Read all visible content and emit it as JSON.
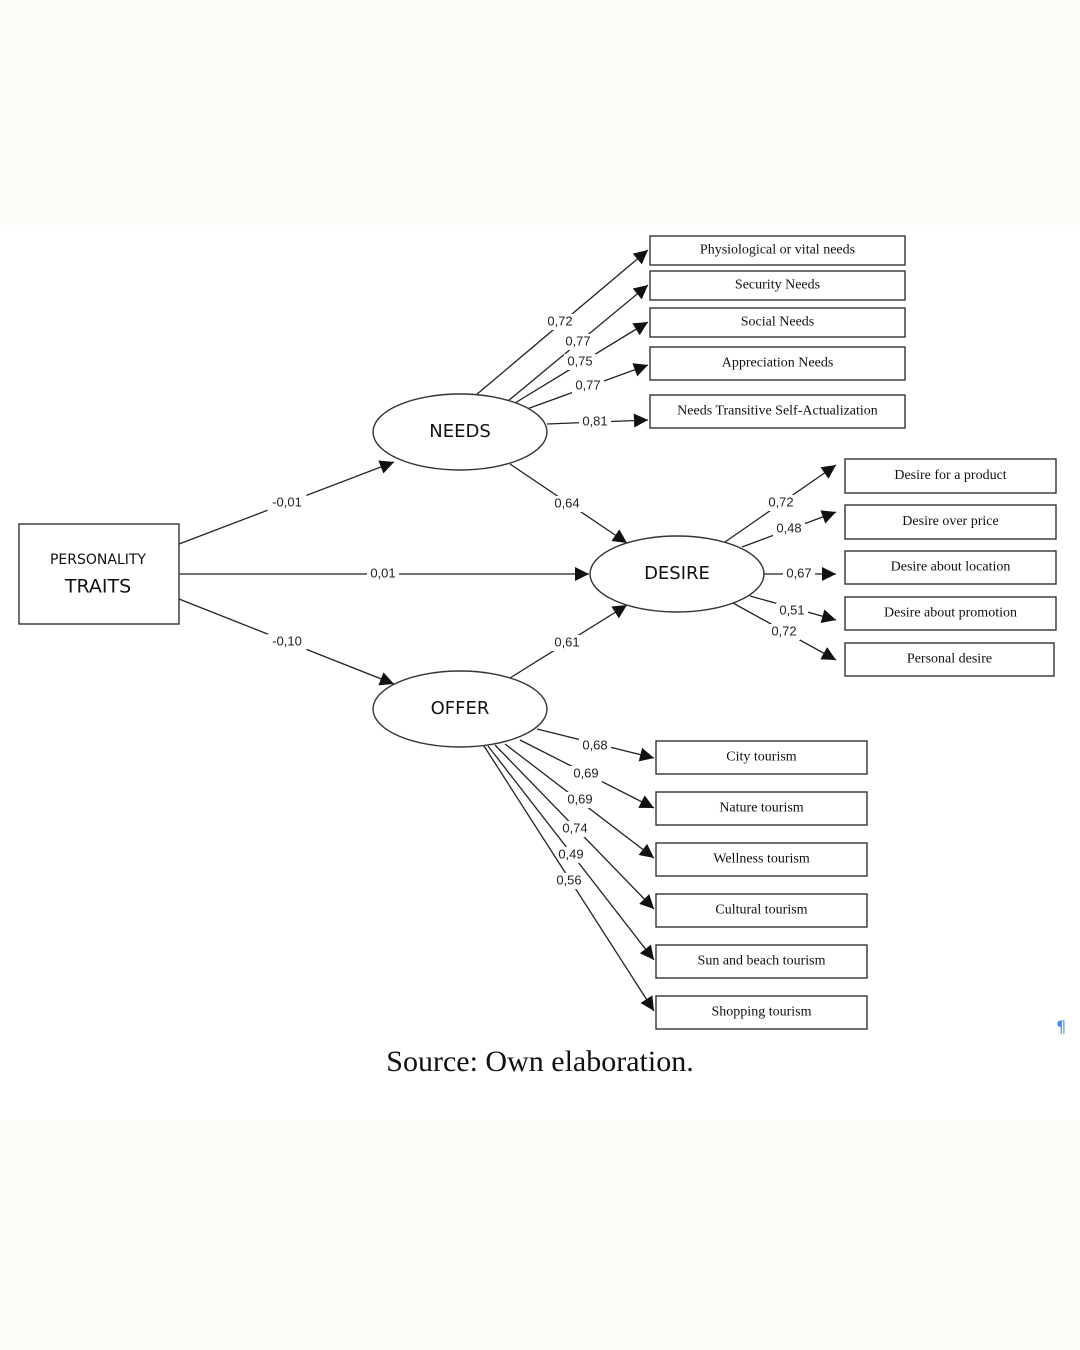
{
  "diagram": {
    "source": {
      "id": "traits",
      "line1": "PERSONALITY",
      "line2": "TRAITS"
    },
    "latents": [
      {
        "id": "needs",
        "label": "NEEDS"
      },
      {
        "id": "desire",
        "label": "DESIRE"
      },
      {
        "id": "offer",
        "label": "OFFER"
      }
    ],
    "paths": [
      {
        "from": "traits",
        "to": "needs",
        "coef": "-0,01"
      },
      {
        "from": "traits",
        "to": "desire",
        "coef": "0,01"
      },
      {
        "from": "traits",
        "to": "offer",
        "coef": "-0,10"
      },
      {
        "from": "needs",
        "to": "desire",
        "coef": "0,64"
      },
      {
        "from": "offer",
        "to": "desire",
        "coef": "0,61"
      }
    ],
    "indicators": {
      "needs": [
        {
          "label": "Physiological or vital needs",
          "loading": "0,72"
        },
        {
          "label": "Security Needs",
          "loading": "0,77"
        },
        {
          "label": "Social Needs",
          "loading": "0,75"
        },
        {
          "label": "Appreciation Needs",
          "loading": "0,77"
        },
        {
          "label": "Needs Transitive Self-Actualization",
          "loading": "0,81"
        }
      ],
      "desire": [
        {
          "label": "Desire for a product",
          "loading": "0,72"
        },
        {
          "label": "Desire over price",
          "loading": "0,48"
        },
        {
          "label": "Desire about location",
          "loading": "0,67"
        },
        {
          "label": "Desire about promotion",
          "loading": "0,51"
        },
        {
          "label": "Personal desire",
          "loading": "0,72"
        }
      ],
      "offer": [
        {
          "label": "City tourism",
          "loading": "0,68"
        },
        {
          "label": "Nature tourism",
          "loading": "0,69"
        },
        {
          "label": "Wellness tourism",
          "loading": "0,69"
        },
        {
          "label": "Cultural tourism",
          "loading": "0,74"
        },
        {
          "label": "Sun and beach tourism",
          "loading": "0,49"
        },
        {
          "label": "Shopping tourism",
          "loading": "0,56"
        }
      ]
    }
  },
  "caption": "Source: Own elaboration.",
  "pilcrow": "¶"
}
